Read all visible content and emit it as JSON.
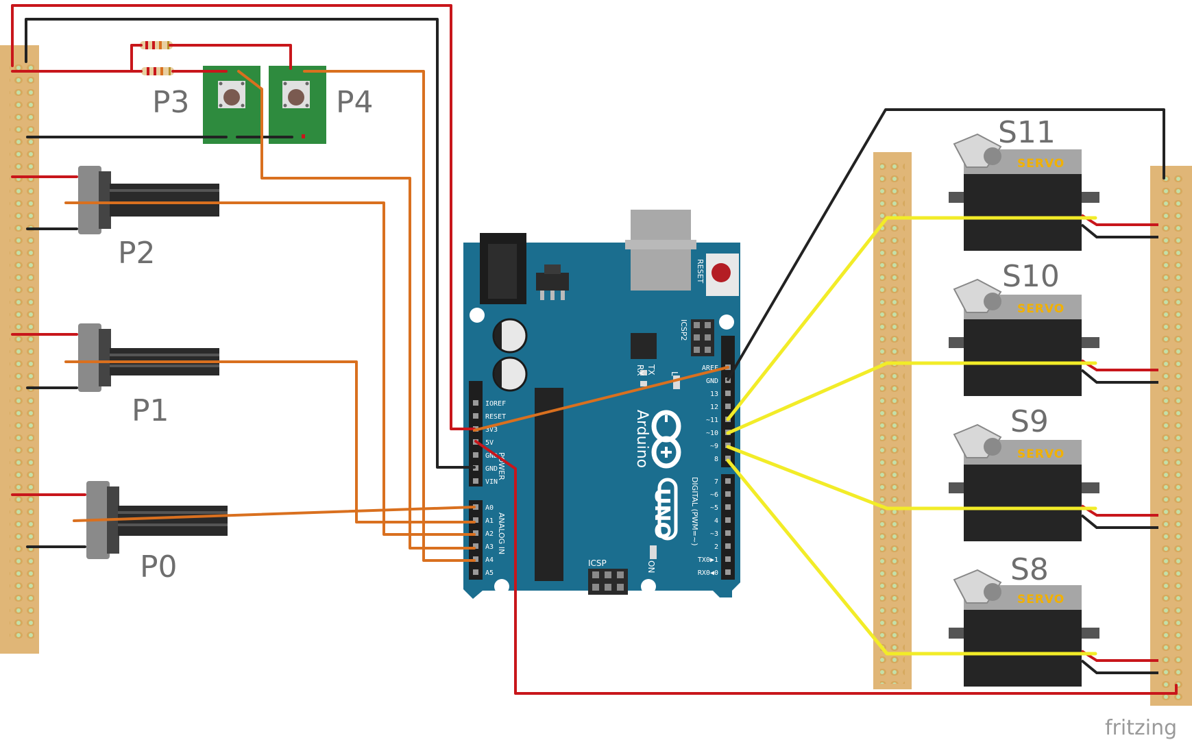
{
  "labels": {
    "pots": [
      "P0",
      "P1",
      "P2"
    ],
    "buttons": [
      "P3",
      "P4"
    ],
    "servos": [
      "S8",
      "S9",
      "S10",
      "S11"
    ],
    "servo_brand": "SERVO",
    "credit": "fritzing"
  },
  "board": {
    "name": "Arduino",
    "model": "UNO",
    "reset": "RESET",
    "icsp": "ICSP",
    "icsp2": "ICSP2",
    "tx": "TX",
    "rx": "RX",
    "led_l": "L",
    "on": "ON",
    "power_header": "POWER",
    "analog_header": "ANALOG IN",
    "digital_header": "DIGITAL (PWM=~)",
    "power_pins": [
      "IOREF",
      "RESET",
      "3V3",
      "5V",
      "GND",
      "GND",
      "VIN"
    ],
    "analog_pins": [
      "A0",
      "A1",
      "A2",
      "A3",
      "A4",
      "A5"
    ],
    "digital_top_pins": [
      "AREF",
      "GND",
      "13",
      "12",
      "~11",
      "~10",
      "~9",
      "8"
    ],
    "digital_bottom_pins": [
      "7",
      "~6",
      "~5",
      "4",
      "~3",
      "2",
      "TX0▶1",
      "RX0◀0"
    ]
  },
  "colors": {
    "wire_red": "#c8161b",
    "wire_black": "#222222",
    "wire_orange": "#d9701f",
    "wire_yellow": "#f2ec28",
    "board_teal": "#1b6e8f",
    "perfboard": "#e0b677",
    "button_pcb": "#2e8b3e"
  }
}
